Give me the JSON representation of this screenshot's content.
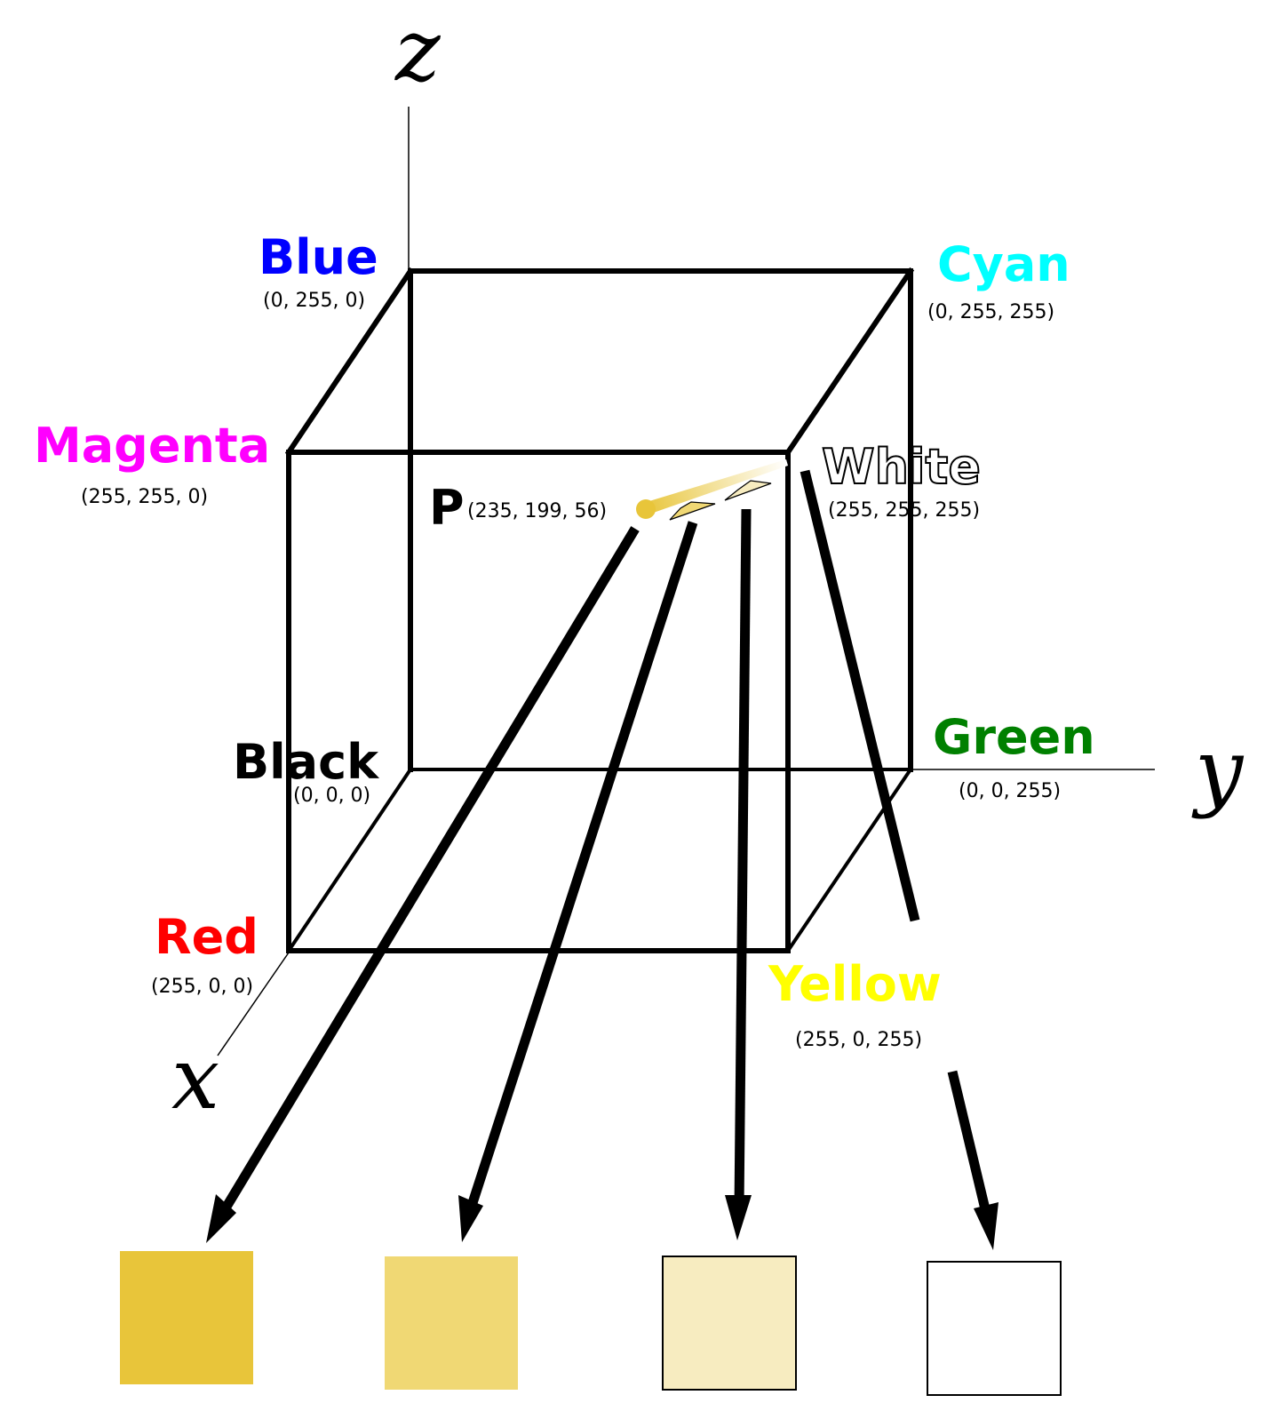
{
  "axes": {
    "x": "x",
    "y": "y",
    "z": "z"
  },
  "vertices": {
    "blue": {
      "name": "Blue",
      "coords": "(0, 255, 0)",
      "color": "#0000ff"
    },
    "cyan": {
      "name": "Cyan",
      "coords": "(0, 255, 255)",
      "color": "#00ffff"
    },
    "magenta": {
      "name": "Magenta",
      "coords": "(255, 255, 0)",
      "color": "#ff00ff"
    },
    "white": {
      "name": "White",
      "coords": "(255, 255, 255)",
      "color": "#ffffff"
    },
    "black": {
      "name": "Black",
      "coords": "(0, 0, 0)",
      "color": "#000000"
    },
    "green": {
      "name": "Green",
      "coords": "(0, 0, 255)",
      "color": "#008000"
    },
    "red": {
      "name": "Red",
      "coords": "(255, 0, 0)",
      "color": "#ff0000"
    },
    "yellow": {
      "name": "Yellow",
      "coords": "(255, 0, 255)",
      "color": "#ffff00"
    }
  },
  "point": {
    "name": "P",
    "coords": "(235, 199, 56)",
    "color": "#e8c53a"
  },
  "swatches": [
    {
      "color": "#e8c53a"
    },
    {
      "color": "#f0d874"
    },
    {
      "color": "#f7ecc0"
    },
    {
      "color": "#ffffff"
    }
  ]
}
